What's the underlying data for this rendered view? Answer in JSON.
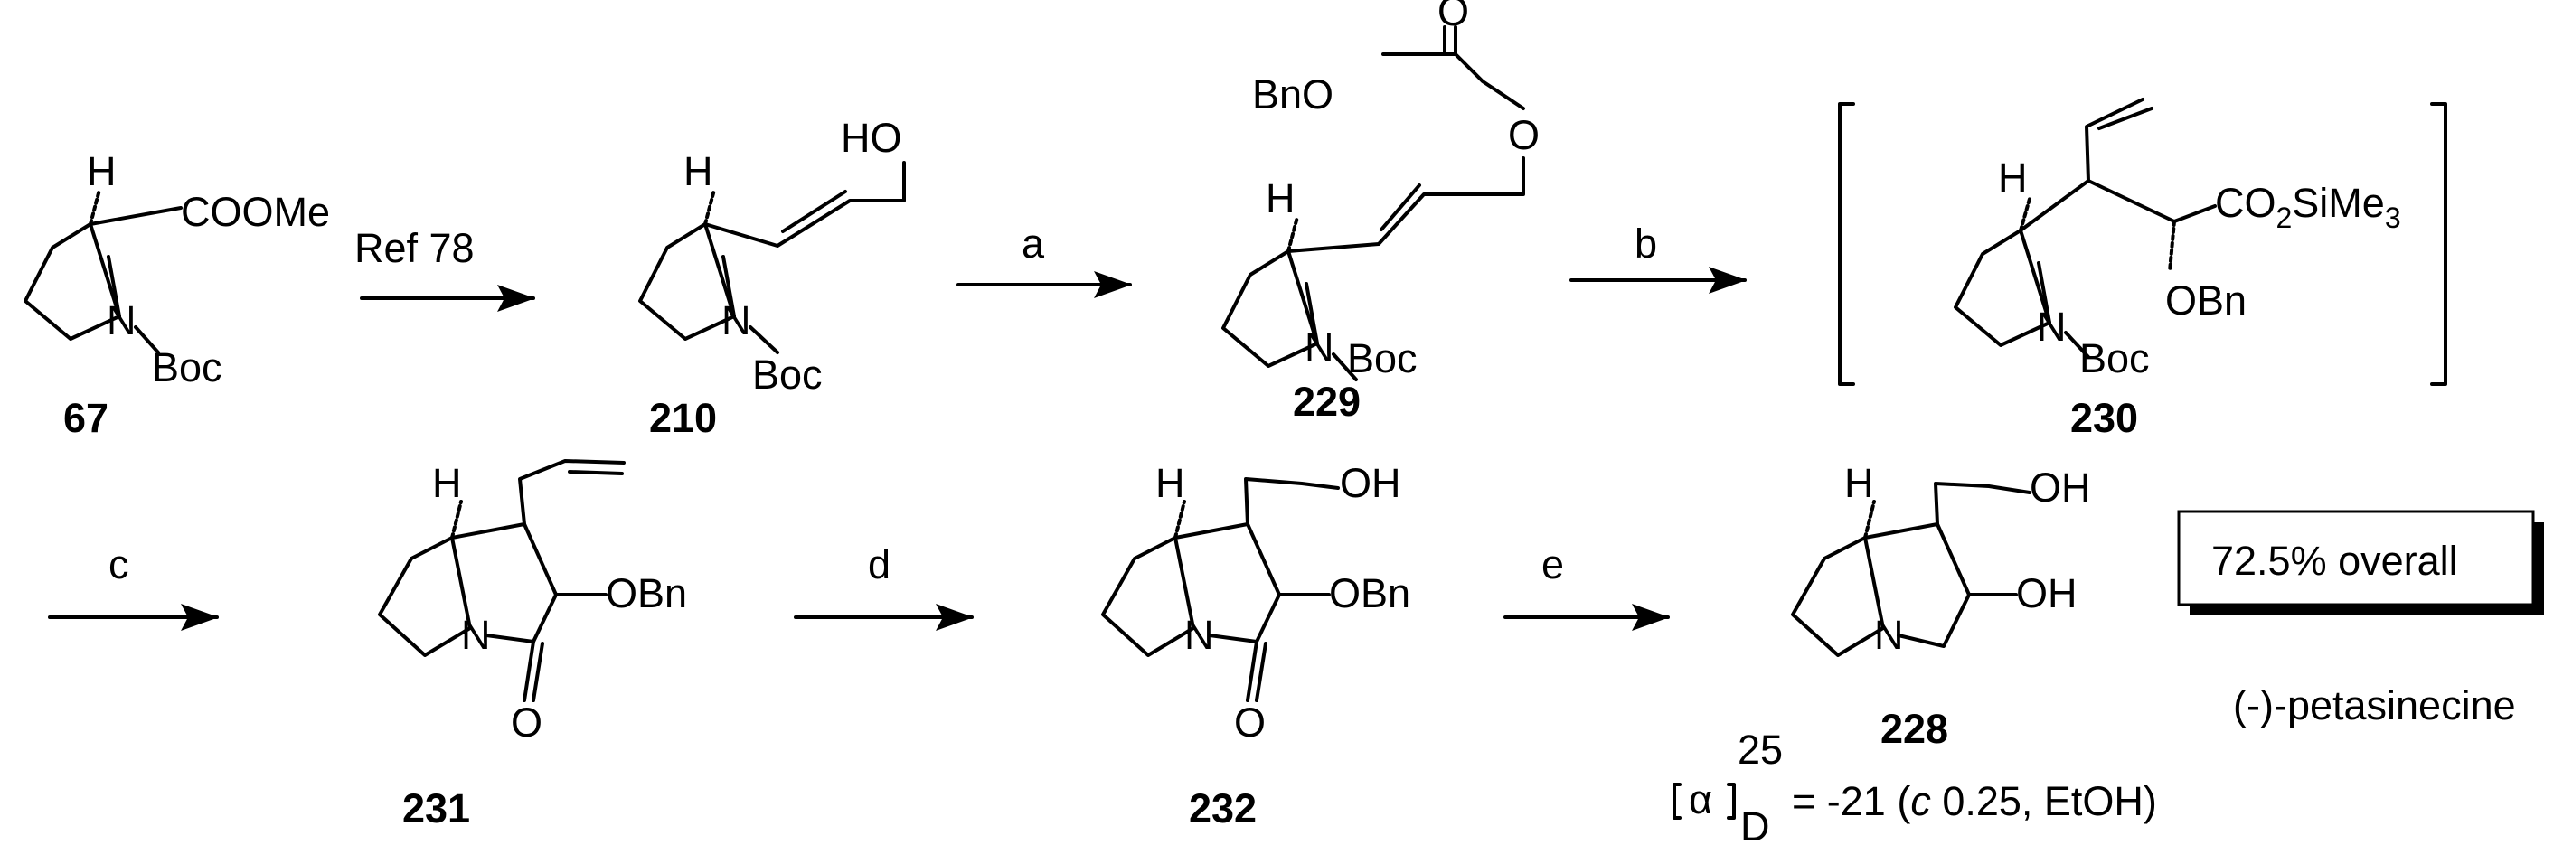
{
  "compounds": {
    "c67": {
      "number": "67",
      "ester": "COOMe",
      "n_label": "N",
      "boc": "Boc",
      "h": "H"
    },
    "c210": {
      "number": "210",
      "oh": "HO",
      "n_label": "N",
      "boc": "Boc",
      "h": "H"
    },
    "c229": {
      "number": "229",
      "bno": "BnO",
      "o_ester": "O",
      "o_carbonyl": "O",
      "n_label": "N",
      "boc": "Boc",
      "h": "H"
    },
    "c230": {
      "number": "230",
      "co2": "CO",
      "co2_sub": "2",
      "sime": "SiMe",
      "sime_sub": "3",
      "obn": "OBn",
      "n_label": "N",
      "boc": "Boc",
      "h": "H"
    },
    "c231": {
      "number": "231",
      "obn": "OBn",
      "o": "O",
      "n_label": "N",
      "h": "H"
    },
    "c232": {
      "number": "232",
      "oh": "OH",
      "obn": "OBn",
      "o": "O",
      "n_label": "N",
      "h": "H"
    },
    "c228": {
      "number": "228",
      "oh_top": "OH",
      "oh_ring": "OH",
      "n_label": "N",
      "h": "H"
    }
  },
  "arrows": {
    "ref": "Ref 78",
    "a": "a",
    "b": "b",
    "c": "c",
    "d": "d",
    "e": "e"
  },
  "yield_box": "72.5% overall",
  "product_name": "(-)-petasinecine",
  "rotation": {
    "symbol": "α",
    "superscript": "25",
    "subscript": "D",
    "value": "= -21 (",
    "c_label": "c",
    "conditions": " 0.25, EtOH)"
  }
}
